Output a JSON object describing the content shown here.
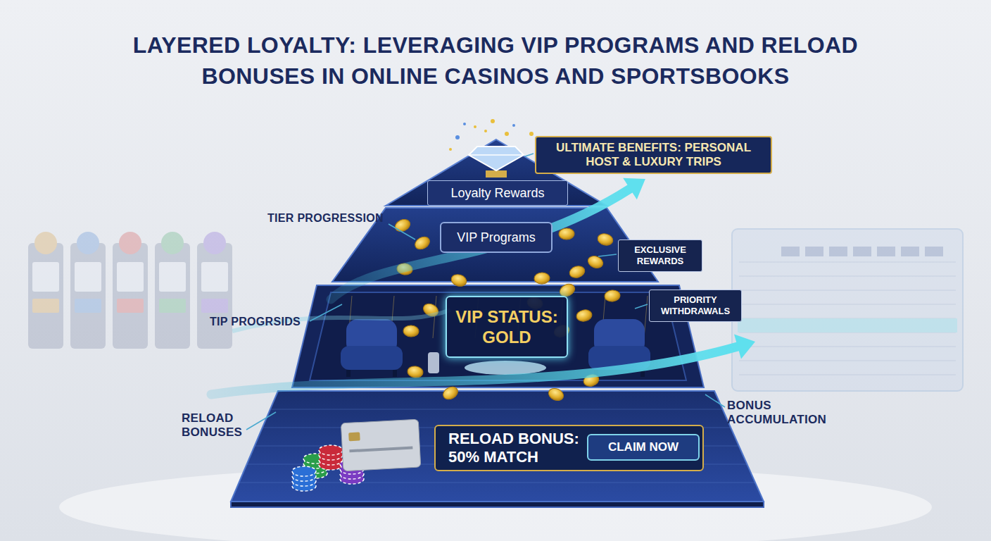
{
  "diagram": {
    "title": "LAYERED LOYALTY: LEVERAGING VIP PROGRAMS AND RELOAD BONUSES IN ONLINE CASINOS AND SPORTSBOOKS",
    "nodes": [
      {
        "text": [
          "ULTIMATE BENEFITS: PERSONAL HOST & LUXURY TRIPS"
        ]
      },
      {
        "text": [
          "Loyalty Rewards"
        ]
      },
      {
        "text": [
          "VIP Programs"
        ]
      },
      {
        "text": [
          "EXCLUSIVE REWARDS"
        ]
      },
      {
        "text": [
          "VIP STATUS: GOLD"
        ]
      },
      {
        "text": [
          "PRIORITY WITHDRAWALS"
        ]
      },
      {
        "text": [
          "RELOAD BONUS: 50% MATCH"
        ]
      },
      {
        "text": [
          "CLAIM NOW"
        ],
        "in": 6
      }
    ],
    "labels": [
      "TIER PROGRESSION",
      "TIP PROGRSIDS",
      "RELOAD BONUSES",
      "BONUS ACCUMULATION"
    ]
  }
}
